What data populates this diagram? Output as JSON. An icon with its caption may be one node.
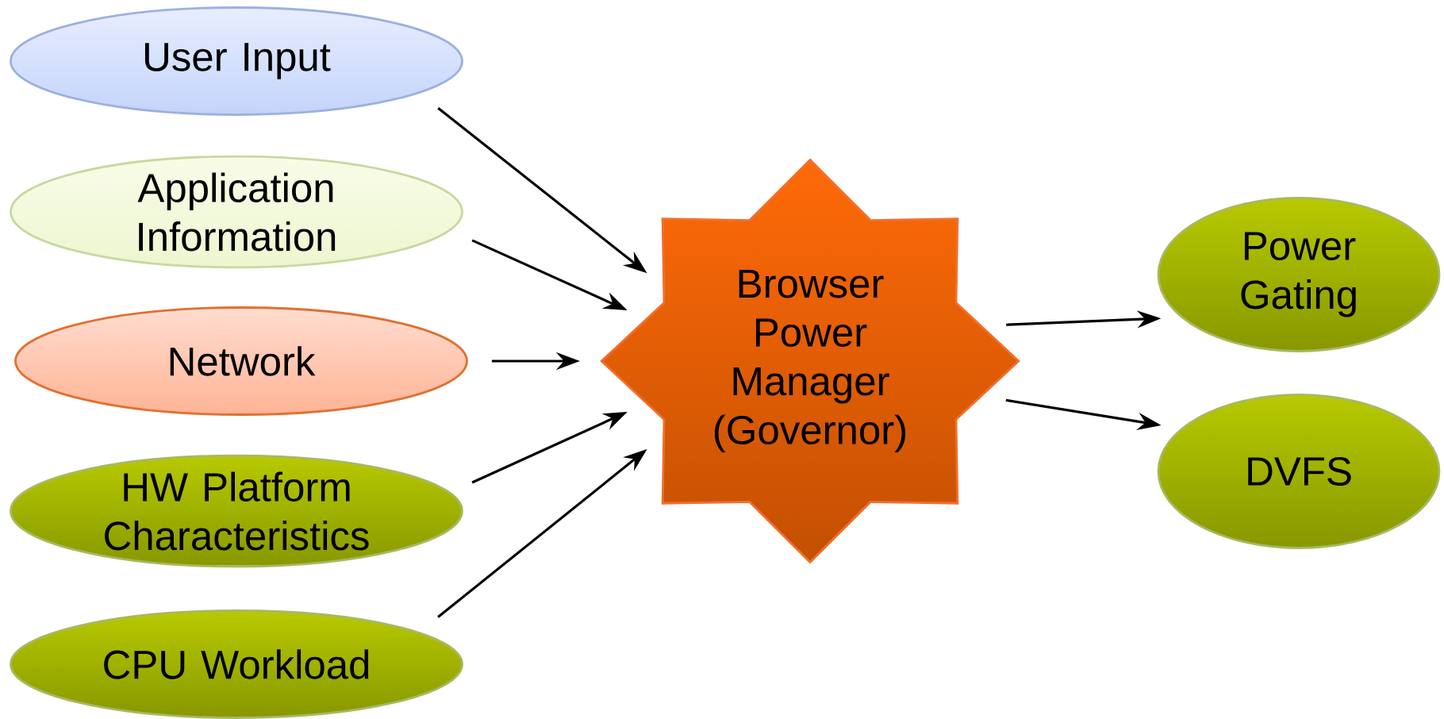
{
  "diagram": {
    "nodes": [
      {
        "text": [
          "User Input"
        ]
      },
      {
        "text": [
          "Application Information"
        ]
      },
      {
        "text": [
          "Network"
        ]
      },
      {
        "text": [
          "HW Platform Characteristics"
        ]
      },
      {
        "text": [
          "CPU Workload"
        ]
      },
      {
        "text": [
          "Browser Power Manager (Governor)"
        ]
      },
      {
        "text": [
          "Power Gating"
        ]
      },
      {
        "text": [
          "DVFS"
        ]
      }
    ],
    "edges": [
      {
        "from": 0,
        "to": 5,
        "arrow": "to"
      },
      {
        "from": 1,
        "to": 5,
        "arrow": "to"
      },
      {
        "from": 2,
        "to": 5,
        "arrow": "to"
      },
      {
        "from": 3,
        "to": 5,
        "arrow": "to"
      },
      {
        "from": 4,
        "to": 5,
        "arrow": "to"
      },
      {
        "from": 5,
        "to": 6,
        "arrow": "to"
      },
      {
        "from": 5,
        "to": 7,
        "arrow": "to"
      }
    ]
  }
}
